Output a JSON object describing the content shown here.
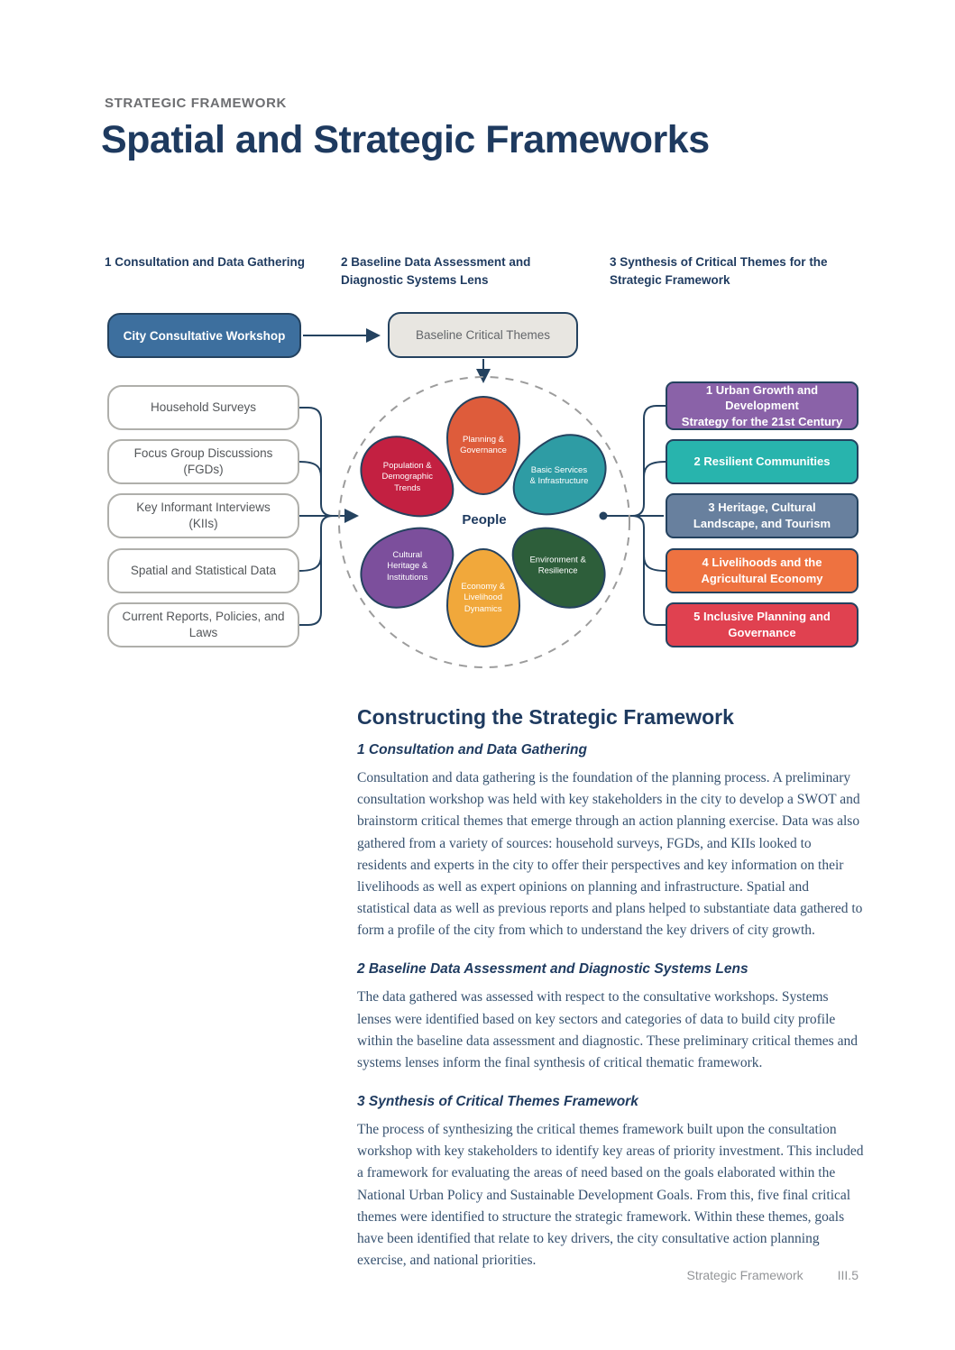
{
  "page": {
    "eyebrow": "STRATEGIC FRAMEWORK",
    "title": "Spatial and Strategic Frameworks",
    "footer": {
      "section": "Strategic Framework",
      "page_number": "III.5"
    }
  },
  "columns": [
    {
      "label": "1 Consultation and Data Gathering"
    },
    {
      "label": "2 Baseline Data Assessment and\nDiagnostic Systems Lens"
    },
    {
      "label": "3 Synthesis of Critical Themes for the\nStrategic Framework"
    }
  ],
  "diagram": {
    "workshop_box": {
      "label": "City Consultative Workshop",
      "bg": "#3D6F9E"
    },
    "baseline_box": {
      "label": "Baseline Critical Themes",
      "bg": "#E8E6E1"
    },
    "sources": [
      {
        "label": "Household Surveys"
      },
      {
        "label": "Focus Group Discussions\n(FGDs)"
      },
      {
        "label": "Key Informant Interviews\n(KIIs)"
      },
      {
        "label": "Spatial and Statistical Data"
      },
      {
        "label": "Current Reports, Policies, and\nLaws"
      }
    ],
    "center_label": "People",
    "petals": [
      {
        "label": "Planning &\nGovernance",
        "color": "#DE5C3B"
      },
      {
        "label": "Basic Services\n& Infrastructure",
        "color": "#2E9CA4"
      },
      {
        "label": "Population &\nDemographic\nTrends",
        "color": "#C32041"
      },
      {
        "label": "Environment &\nResilience",
        "color": "#2D5E3A"
      },
      {
        "label": "Cultural\nHeritage &\nInstitutions",
        "color": "#7C4F9C"
      },
      {
        "label": "Economy &\nLivelihood\nDynamics",
        "color": "#F1A83B"
      }
    ],
    "outputs": [
      {
        "label": "1 Urban Growth and Development\nStrategy for the 21st Century",
        "color": "#8A62A8"
      },
      {
        "label": "2 Resilient Communities",
        "color": "#28B4AD"
      },
      {
        "label": "3 Heritage, Cultural\nLandscape, and Tourism",
        "color": "#68809E"
      },
      {
        "label": "4 Livelihoods and the\nAgricultural Economy",
        "color": "#EE7240"
      },
      {
        "label": "5 Inclusive Planning and\nGovernance",
        "color": "#E04150"
      }
    ],
    "line_color": "#24425F",
    "dashed_circle_color": "#9C9C9C"
  },
  "article": {
    "heading": "Constructing the Strategic Framework",
    "sections": [
      {
        "subheading": "1 Consultation and Data Gathering",
        "body": "Consultation and data gathering is the foundation of the planning process. A preliminary consultation workshop was held with key stakeholders in the city to develop a SWOT and brainstorm critical themes that emerge through an action planning exercise. Data was also gathered from a variety of sources: household surveys, FGDs, and KIIs looked to residents and experts in the city to offer their perspectives and key information on their livelihoods as well as expert opinions on planning and infrastructure. Spatial and statistical data as well as previous reports and plans helped to substantiate data gathered to form a profile of the city from which to understand the key drivers of city growth."
      },
      {
        "subheading": "2 Baseline Data Assessment and Diagnostic Systems Lens",
        "body": "The data gathered was assessed with respect to the consultative workshops. Systems lenses were identified based on key sectors and categories of data to build city profile within the baseline data assessment and diagnostic. These preliminary critical themes and systems lenses inform the final synthesis of critical thematic framework."
      },
      {
        "subheading": "3 Synthesis of Critical Themes Framework",
        "body": "The process of synthesizing the critical themes framework built upon the consultation workshop with key stakeholders to identify key areas of priority investment. This included a framework for evaluating the areas of need based on the goals elaborated within the National Urban Policy and Sustainable Development Goals. From this, five final critical themes were identified to structure the strategic framework. Within these themes, goals have been identified that relate to key drivers, the city consultative action planning exercise, and national priorities."
      }
    ]
  }
}
